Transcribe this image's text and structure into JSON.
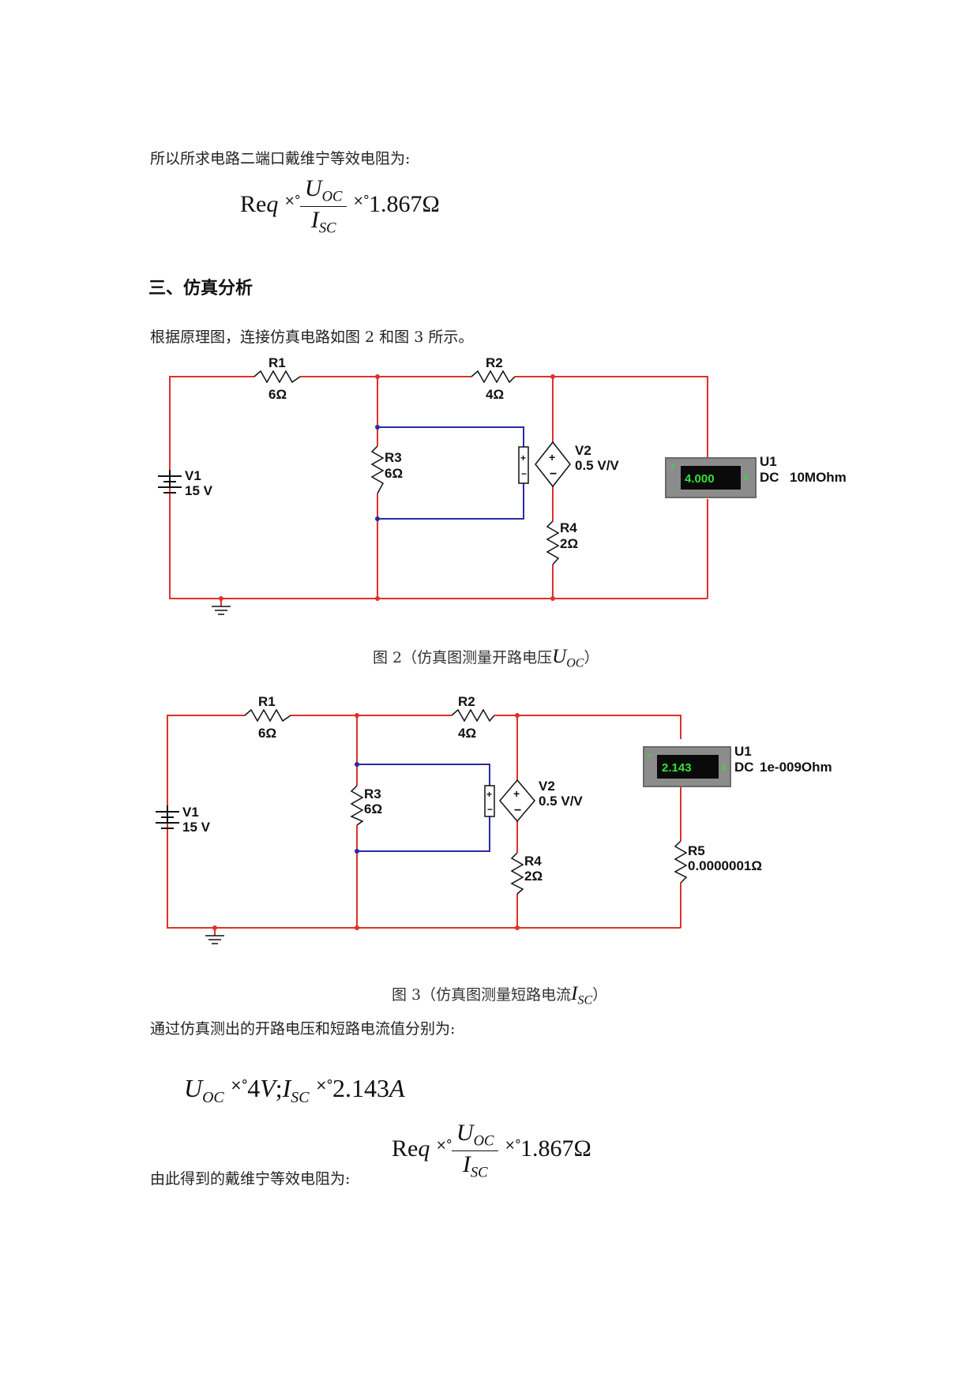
{
  "intro_line": "所以所求电路二端口戴维宁等效电阻为:",
  "formula1": {
    "lhs": "Re",
    "lhs_var": "q",
    "eq_glyph": "×°",
    "num_var": "U",
    "num_sub": "OC",
    "den_var": "I",
    "den_sub": "SC",
    "eq2_glyph": "×°",
    "result": "1.867Ω"
  },
  "section_heading": "三、仿真分析",
  "section_line": "根据原理图，连接仿真电路如图 2 和图 3 所示。",
  "figure2": {
    "r1_name": "R1",
    "r1_value": "6Ω",
    "r2_name": "R2",
    "r2_value": "4Ω",
    "r3_name": "R3",
    "r3_value": "6Ω",
    "r4_name": "R4",
    "r4_value": "2Ω",
    "v1_name": "V1",
    "v1_value": "15 V",
    "v2_name": "V2",
    "v2_value": "0.5 V/V",
    "meter_name": "U1",
    "meter_reading": "4.000",
    "meter_mode": "DC",
    "meter_resistance": "10MOhm",
    "meter_plus": "+",
    "meter_minus": "-",
    "meter_unit": "V",
    "caption_prefix": "图 2（仿真图测量开路电压",
    "caption_var": "U",
    "caption_sub": "OC",
    "caption_suffix": "）"
  },
  "figure3": {
    "r1_name": "R1",
    "r1_value": "6Ω",
    "r2_name": "R2",
    "r2_value": "4Ω",
    "r3_name": "R3",
    "r3_value": "6Ω",
    "r4_name": "R4",
    "r4_value": "2Ω",
    "r5_name": "R5",
    "r5_value": "0.0000001Ω",
    "v1_name": "V1",
    "v1_value": "15 V",
    "v2_name": "V2",
    "v2_value": "0.5 V/V",
    "meter_name": "U1",
    "meter_reading": "2.143",
    "meter_mode": "DC",
    "meter_resistance": "1e-009Ohm",
    "meter_plus": "+",
    "meter_minus": "-",
    "meter_unit": "A",
    "caption_prefix": "图 3（仿真图测量短路电流",
    "caption_var": "I",
    "caption_sub": "SC",
    "caption_suffix": "）"
  },
  "result_line": "通过仿真测出的开路电压和短路电流值分别为:",
  "formula2": {
    "u_var": "U",
    "u_sub": "OC",
    "eq_glyph": "×°",
    "u_value": "4",
    "u_unit": "V",
    "sep": ";",
    "i_var": "I",
    "i_sub": "SC",
    "eq2_glyph": "×°",
    "i_value": "2.143",
    "i_unit": "A"
  },
  "conclusion_line": "由此得到的戴维宁等效电阻为:",
  "formula3": {
    "lhs": "Re",
    "lhs_var": "q",
    "eq_glyph": "×°",
    "num_var": "U",
    "num_sub": "OC",
    "den_var": "I",
    "den_sub": "SC",
    "eq2_glyph": "×°",
    "result": "1.867Ω"
  },
  "colors": {
    "wire_red": "#e0302a",
    "wire_blue": "#2a2aa8",
    "meter_screen": "#0a0a0a",
    "meter_digits": "#34e034",
    "meter_body": "#8c8c8c"
  }
}
